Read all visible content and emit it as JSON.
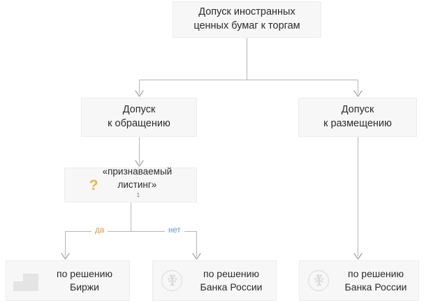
{
  "diagram": {
    "title": "Допуск иностранных ценных бумаг к торгам",
    "type": "flowchart",
    "colors": {
      "box_fill": "#f7f7f7",
      "box_border": "#ececec",
      "connector": "#b5b5b5",
      "text": "#2b2b2b",
      "question_mark": "#eab646",
      "yes_label": "#e09a3c",
      "no_label": "#5b9bd5",
      "logo_gray": "#e4e4e4"
    }
  },
  "nodes": {
    "root": {
      "label": "Допуск иностранных\nценных бумаг к торгам"
    },
    "circulation": {
      "label": "Допуск\nк обращению"
    },
    "placement": {
      "label": "Допуск\nк размещению"
    },
    "listing": {
      "marker": "?",
      "label": "«признаваемый\nлистинг»",
      "footnote_ref": "1"
    },
    "exchange": {
      "label": "по решению\nБиржи",
      "icon": "moscow-exchange-logo"
    },
    "cbr_from_no": {
      "label": "по решению\nБанка России",
      "icon": "bank-of-russia-emblem"
    },
    "cbr_from_placement": {
      "label": "по решению\nБанка России",
      "icon": "bank-of-russia-emblem"
    }
  },
  "edges": {
    "yes_label": "да",
    "no_label": "нет"
  }
}
